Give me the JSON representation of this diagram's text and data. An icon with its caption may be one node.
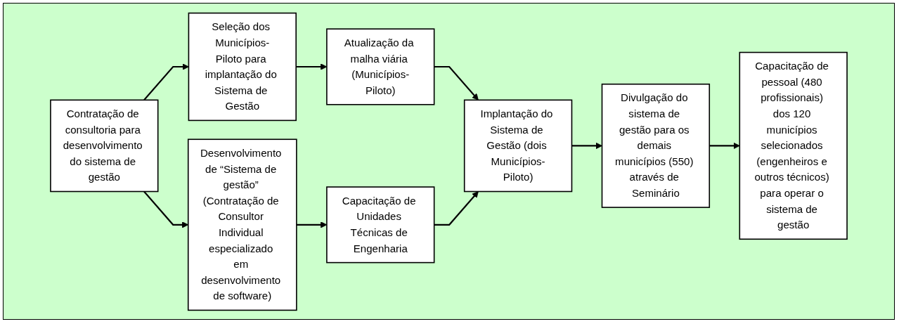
{
  "diagram": {
    "nodes": [
      {
        "text": [
          "Contratação de consultoria para desenvolvimento do sistema de gestão"
        ]
      },
      {
        "text": [
          "Seleção dos Municípios-Piloto para implantação do Sistema de Gestão"
        ]
      },
      {
        "text": [
          "Desenvolvimento de “Sistema de gestão” (Contratação de Consultor Individual especializado em desenvolvimento de software)"
        ]
      },
      {
        "text": [
          "Atualização da malha viária (Municípios-Piloto)"
        ]
      },
      {
        "text": [
          "Capacitação de Unidades Técnicas de Engenharia"
        ]
      },
      {
        "text": [
          "Implantação do Sistema de Gestão (dois Municípios-Piloto)"
        ]
      },
      {
        "text": [
          "Divulgação do sistema de gestão para os demais municípios (550) através de Seminário"
        ]
      },
      {
        "text": [
          "Capacitação de pessoal (480 profissionais) dos 120 municípios selecionados (engenheiros e outros técnicos) para operar o sistema de gestão"
        ]
      }
    ],
    "edges": [
      {
        "from": 0,
        "to": 1,
        "arrow": "to"
      },
      {
        "from": 0,
        "to": 2,
        "arrow": "to"
      },
      {
        "from": 1,
        "to": 3,
        "arrow": "to"
      },
      {
        "from": 2,
        "to": 4,
        "arrow": "to"
      },
      {
        "from": 3,
        "to": 5,
        "arrow": "to"
      },
      {
        "from": 4,
        "to": 5,
        "arrow": "to"
      },
      {
        "from": 5,
        "to": 6,
        "arrow": "to"
      },
      {
        "from": 6,
        "to": 7,
        "arrow": "to"
      }
    ]
  }
}
